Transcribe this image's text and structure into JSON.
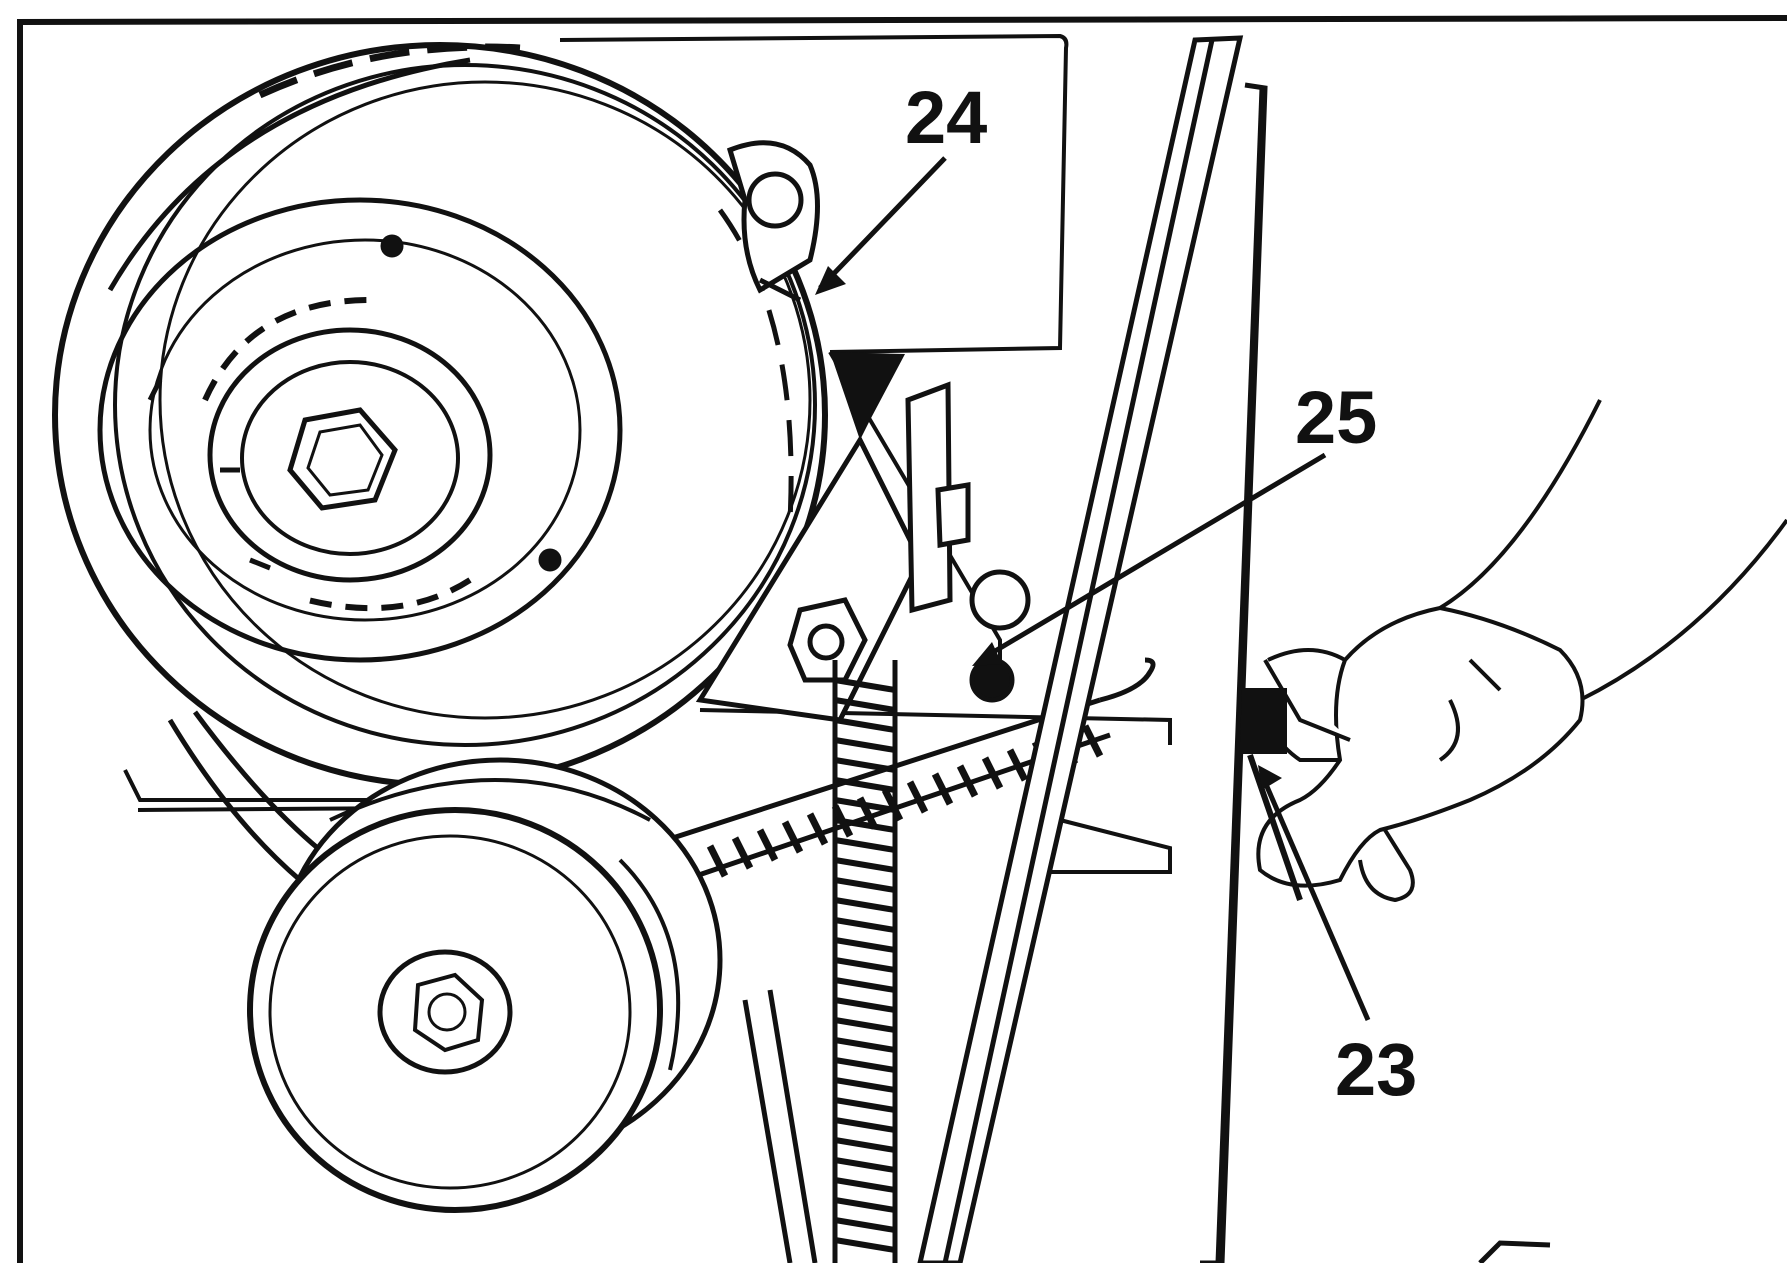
{
  "figure": {
    "callouts": [
      {
        "id": "24",
        "label": "24"
      },
      {
        "id": "25",
        "label": "25"
      },
      {
        "id": "23",
        "label": "23"
      }
    ],
    "colors": {
      "ink": "#111111",
      "paper": "#ffffff"
    }
  }
}
